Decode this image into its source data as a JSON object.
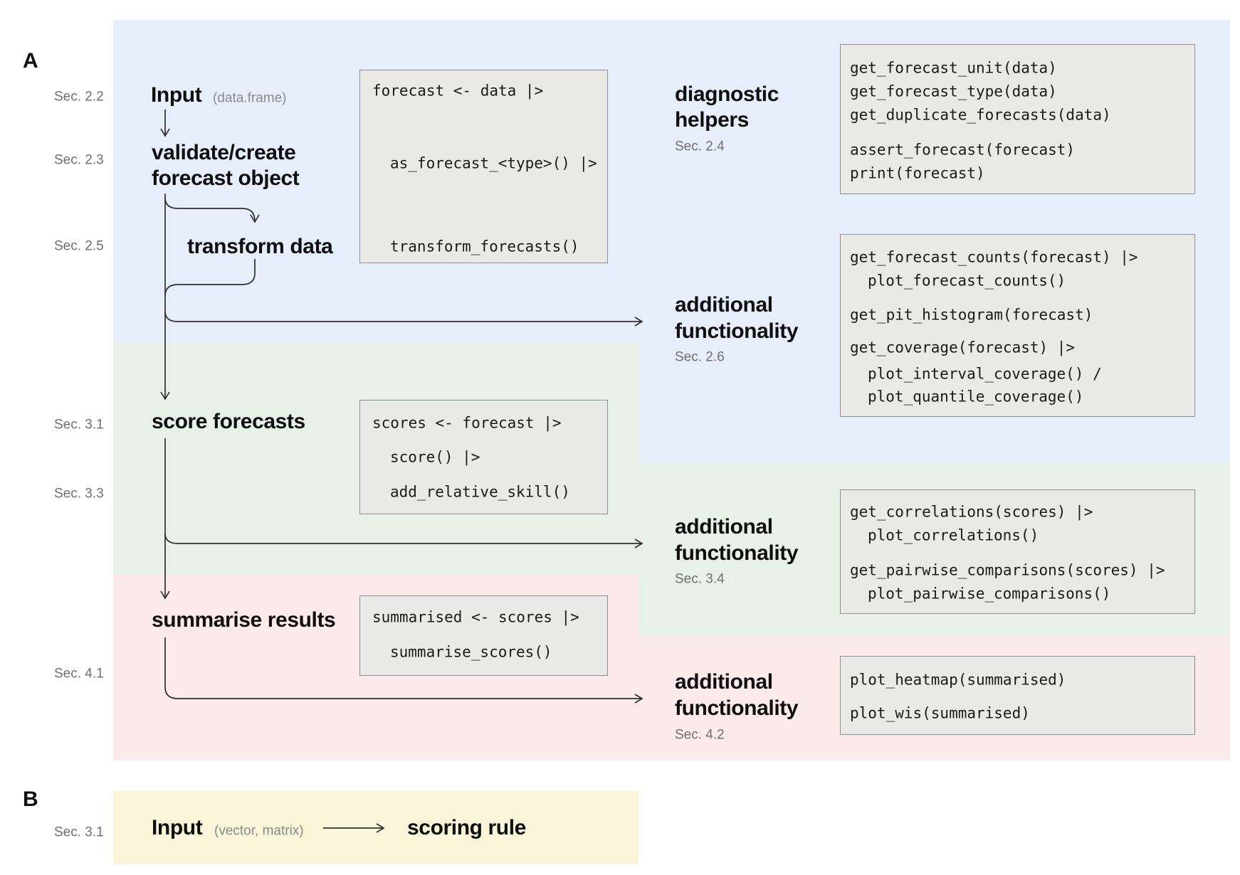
{
  "colors": {
    "blue": "#e6eefb",
    "green": "#e8f1e7",
    "pink": "#fce9e9",
    "yellow": "#faf4d8",
    "box_bg": "#e9e9e8",
    "box_border": "#8f8f8f",
    "muted": "#6f6f6f",
    "qualifier": "#8a8a8a",
    "text": "#0f0f0f",
    "code": "#1a1a1a",
    "arrow": "#2f2f2f"
  },
  "panel_a": {
    "label": "A",
    "flow": {
      "input": {
        "label": "Input",
        "qualifier": "(data.frame)",
        "sec": "Sec. 2.2"
      },
      "validate": {
        "line1": "validate/create",
        "line2": "forecast object",
        "sec": "Sec. 2.3"
      },
      "transform": {
        "label": "transform data",
        "sec": "Sec. 2.5"
      },
      "score": {
        "label": "score forecasts",
        "sec": "Sec. 3.1"
      },
      "relative_skill_sec": "Sec. 3.3",
      "summarise": {
        "label": "summarise results",
        "sec": "Sec. 4.1"
      }
    },
    "right_headings": {
      "diagnostic": {
        "line1": "diagnostic",
        "line2": "helpers",
        "sec": "Sec. 2.4"
      },
      "additional1": {
        "line1": "additional",
        "line2": "functionality",
        "sec": "Sec. 2.6"
      },
      "additional2": {
        "line1": "additional",
        "line2": "functionality",
        "sec": "Sec. 3.4"
      },
      "additional3": {
        "line1": "additional",
        "line2": "functionality",
        "sec": "Sec. 4.2"
      }
    },
    "code_boxes": {
      "pipeline1": {
        "lines": [
          "forecast <- data |>",
          "as_forecast_<type>() |>",
          "transform_forecasts()"
        ]
      },
      "pipeline2": {
        "lines": [
          "scores <- forecast |>",
          "score() |>",
          "add_relative_skill()"
        ]
      },
      "pipeline3": {
        "lines": [
          "summarised <- scores |>",
          "summarise_scores()"
        ]
      },
      "diagnostic": {
        "lines": [
          "get_forecast_unit(data)",
          "get_forecast_type(data)",
          "get_duplicate_forecasts(data)",
          "assert_forecast(forecast)",
          "print(forecast)"
        ]
      },
      "additional1": {
        "lines": [
          "get_forecast_counts(forecast) |>",
          "plot_forecast_counts()",
          "get_pit_histogram(forecast)",
          "get_coverage(forecast) |>",
          "plot_interval_coverage() /",
          "plot_quantile_coverage()"
        ]
      },
      "additional2": {
        "lines": [
          "get_correlations(scores) |>",
          "plot_correlations()",
          "get_pairwise_comparisons(scores) |>",
          "plot_pairwise_comparisons()"
        ]
      },
      "additional3": {
        "lines": [
          "plot_heatmap(summarised)",
          "plot_wis(summarised)"
        ]
      }
    }
  },
  "panel_b": {
    "label": "B",
    "sec": "Sec. 3.1",
    "input": "Input",
    "qualifier": "(vector, matrix)",
    "target": "scoring rule"
  }
}
